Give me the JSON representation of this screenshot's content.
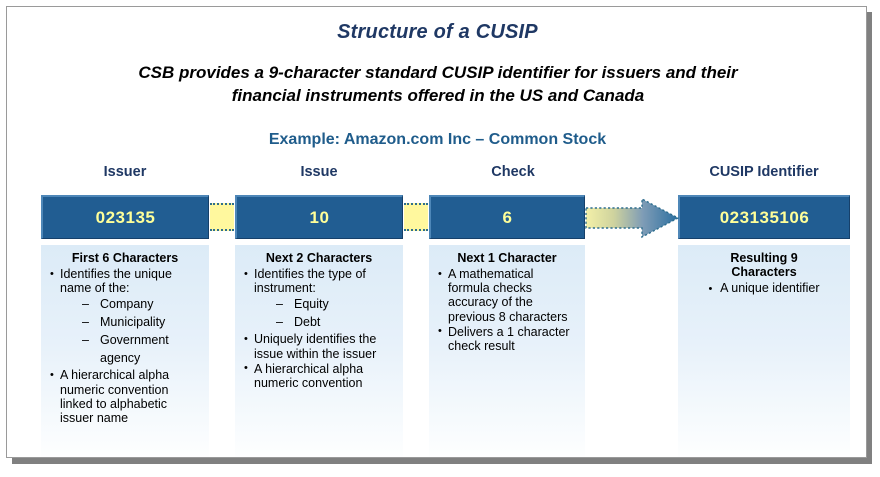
{
  "slide": {
    "title": "Structure of a CUSIP",
    "subtitle_line1": "CSB provides a 9-character standard CUSIP identifier for issuers and their",
    "subtitle_line2": "financial instruments offered in the US and Canada",
    "example": "Example:  Amazon.com Inc – Common Stock",
    "colors": {
      "title": "#1F3864",
      "example": "#1F5C8B",
      "box_fill": "#215D92",
      "box_text": "#FFFF99",
      "connector": "#FFF89E",
      "panel_top": "#DCEBF7"
    }
  },
  "columns": [
    {
      "header": "Issuer",
      "code": "023135",
      "panel_title": "First 6 Characters",
      "bullets": [
        {
          "text": "Identifies the unique name of the:",
          "sub": [
            "Company",
            "Municipality",
            "Government agency"
          ]
        },
        {
          "text": "A hierarchical alpha numeric convention linked to alphabetic issuer name",
          "sub": []
        }
      ]
    },
    {
      "header": "Issue",
      "code": "10",
      "panel_title": "Next 2 Characters",
      "bullets": [
        {
          "text": "Identifies the type of instrument:",
          "sub": [
            "Equity",
            "Debt"
          ]
        },
        {
          "text": "Uniquely identifies the issue within the issuer",
          "sub": []
        },
        {
          "text": "A hierarchical alpha numeric convention",
          "sub": []
        }
      ]
    },
    {
      "header": "Check",
      "code": "6",
      "panel_title": "Next 1 Character",
      "bullets": [
        {
          "text": "A mathematical formula checks accuracy of the previous 8 characters",
          "sub": []
        },
        {
          "text": "Delivers a 1 character check result",
          "sub": []
        }
      ]
    },
    {
      "header": "CUSIP Identifier",
      "code": "023135106",
      "panel_title_line1": "Resulting 9",
      "panel_title_line2": "Characters",
      "bullets": [
        {
          "text": "A unique identifier",
          "sub": []
        }
      ]
    }
  ],
  "connectors": {
    "chip_label": "yellow-connector-chip",
    "arrow_label": "gradient-right-arrow"
  }
}
